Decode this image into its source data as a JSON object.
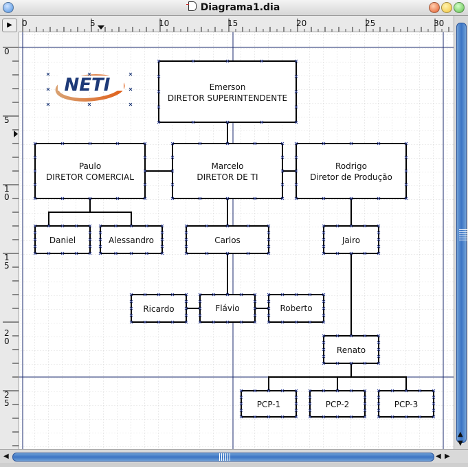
{
  "window": {
    "title": "Diagrama1.dia"
  },
  "ruler_h": {
    "labels": [
      "0",
      "5",
      "10",
      "15",
      "20",
      "25",
      "30"
    ]
  },
  "ruler_v": {
    "labels": [
      [
        "0"
      ],
      [
        "5"
      ],
      [
        "1",
        "0"
      ],
      [
        "1",
        "5"
      ],
      [
        "2",
        "0"
      ],
      [
        "2",
        "5"
      ]
    ]
  },
  "logo": {
    "text": "NETI"
  },
  "nodes": [
    {
      "id": "emerson",
      "lines": [
        "Emerson",
        "DIRETOR SUPERINTENDENTE"
      ]
    },
    {
      "id": "paulo",
      "lines": [
        "Paulo",
        "DIRETOR COMERCIAL"
      ]
    },
    {
      "id": "marcelo",
      "lines": [
        "Marcelo",
        "DIRETOR DE TI"
      ]
    },
    {
      "id": "rodrigo",
      "lines": [
        "Rodrigo",
        "Diretor de Produção"
      ]
    },
    {
      "id": "daniel",
      "lines": [
        "Daniel"
      ]
    },
    {
      "id": "alessandro",
      "lines": [
        "Alessandro"
      ]
    },
    {
      "id": "carlos",
      "lines": [
        "Carlos"
      ]
    },
    {
      "id": "jairo",
      "lines": [
        "Jairo"
      ]
    },
    {
      "id": "ricardo",
      "lines": [
        "Ricardo"
      ]
    },
    {
      "id": "flavio",
      "lines": [
        "Flávio"
      ]
    },
    {
      "id": "roberto",
      "lines": [
        "Roberto"
      ]
    },
    {
      "id": "renato",
      "lines": [
        "Renato"
      ]
    },
    {
      "id": "pcp1",
      "lines": [
        "PCP-1"
      ]
    },
    {
      "id": "pcp2",
      "lines": [
        "PCP-2"
      ]
    },
    {
      "id": "pcp3",
      "lines": [
        "PCP-3"
      ]
    }
  ],
  "colors": {
    "scroll": "#3c74c4",
    "guide": "#1a2a6c",
    "close": "#e35a2a",
    "minimize": "#f2c43a",
    "maximize": "#5cbf4a",
    "menu": "#4a8fe0"
  }
}
